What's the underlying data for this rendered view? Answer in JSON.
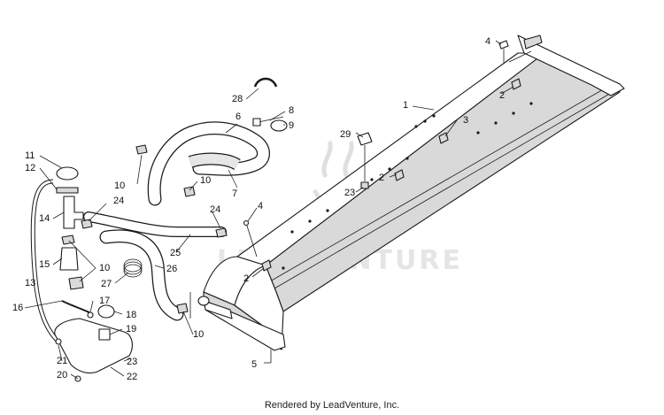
{
  "diagram": {
    "watermark": "LEADVENTURE",
    "credit": "Rendered by LeadVenture, Inc.",
    "callouts": {
      "c1": "1",
      "c2a": "2",
      "c2b": "2",
      "c2c": "2",
      "c3": "3",
      "c4a": "4",
      "c4b": "4",
      "c5": "5",
      "c6": "6",
      "c7": "7",
      "c8": "8",
      "c9": "9",
      "c10a": "10",
      "c10b": "10",
      "c10c": "10",
      "c10d": "10",
      "c11": "11",
      "c12": "12",
      "c13": "13",
      "c14": "14",
      "c15": "15",
      "c16": "16",
      "c17": "17",
      "c18": "18",
      "c19": "19",
      "c20": "20",
      "c21": "21",
      "c22": "22",
      "c23a": "23",
      "c23b": "23",
      "c24a": "24",
      "c24b": "24",
      "c25": "25",
      "c26": "26",
      "c27": "27",
      "c28": "28",
      "c29": "29"
    }
  }
}
